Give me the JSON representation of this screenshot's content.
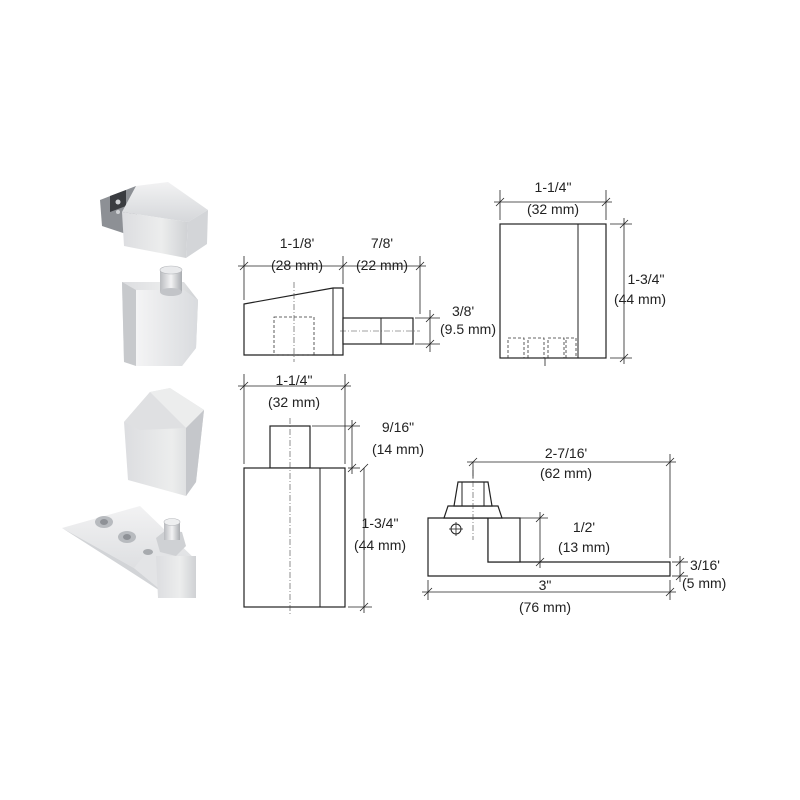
{
  "labels": {
    "top_body_width": [
      "1-1/8'",
      "(28 mm)"
    ],
    "top_pin_length": [
      "7/8'",
      "(22 mm)"
    ],
    "top_pin_dia": [
      "3/8'",
      "(9.5 mm)"
    ],
    "top_side_width": [
      "1-1/4\"",
      "(32 mm)"
    ],
    "top_side_height": [
      "1-3/4\"",
      "(44 mm)"
    ],
    "mid_width": [
      "1-1/4\"",
      "(32 mm)"
    ],
    "mid_pin_height": [
      "9/16\"",
      "(14 mm)"
    ],
    "mid_height": [
      "1-3/4\"",
      "(44 mm)"
    ],
    "bot_pivot": [
      "2-7/16'",
      "(62 mm)"
    ],
    "bot_step": [
      "1/2'",
      "(13 mm)"
    ],
    "bot_plate": [
      "3/16'",
      "(5 mm)"
    ],
    "bot_length": [
      "3\"",
      "(76 mm)"
    ]
  },
  "colors": {
    "metal_light": "#e6e7e9",
    "metal_mid": "#c9cbce",
    "metal_dark": "#9fa2a6",
    "line": "#222222"
  }
}
